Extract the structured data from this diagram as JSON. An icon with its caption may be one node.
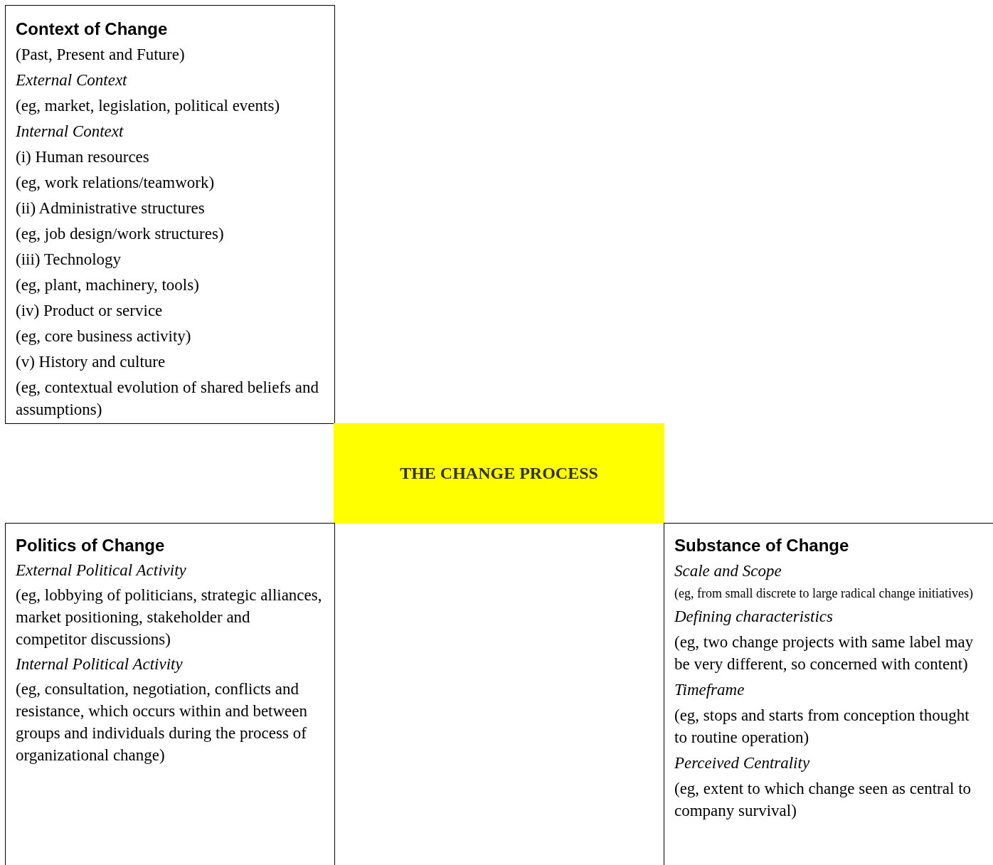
{
  "diagram": {
    "nodes": [
      {
        "text": [
          "Context of Change",
          "(Past, Present and Future)",
          "External Context",
          "(eg, market, legislation, political events)",
          "Internal Context",
          "(i) Human resources",
          "(eg, work relations/teamwork)",
          "(ii) Administrative structures",
          "(eg, job design/work structures)",
          "(iii) Technology",
          "(eg, plant, machinery, tools)",
          "(iv) Product or service",
          "(eg, core business activity)",
          "(v) History and culture",
          "(eg, contextual evolution of shared beliefs and assumptions)"
        ]
      },
      {
        "text": [
          "THE CHANGE PROCESS"
        ]
      },
      {
        "text": [
          "Politics of Change",
          "External Political Activity",
          "(eg, lobbying of politicians, strategic alliances, market positioning, stakeholder and competitor discussions)",
          "Internal Political Activity",
          "(eg, consultation, negotiation, conflicts and resistance, which occurs within and between groups and individuals during the process of organizational change)"
        ]
      },
      {
        "text": [
          "Substance of Change",
          "Scale and Scope",
          "(eg, from small discrete to large radical change initiatives)",
          "Defining characteristics",
          "(eg, two change projects with same label may be very different, so concerned with content)",
          "Timeframe",
          "(eg, stops and starts from conception thought to routine operation)",
          "Perceived Centrality",
          "(eg, extent to which change seen as central to company survival)"
        ]
      }
    ]
  }
}
